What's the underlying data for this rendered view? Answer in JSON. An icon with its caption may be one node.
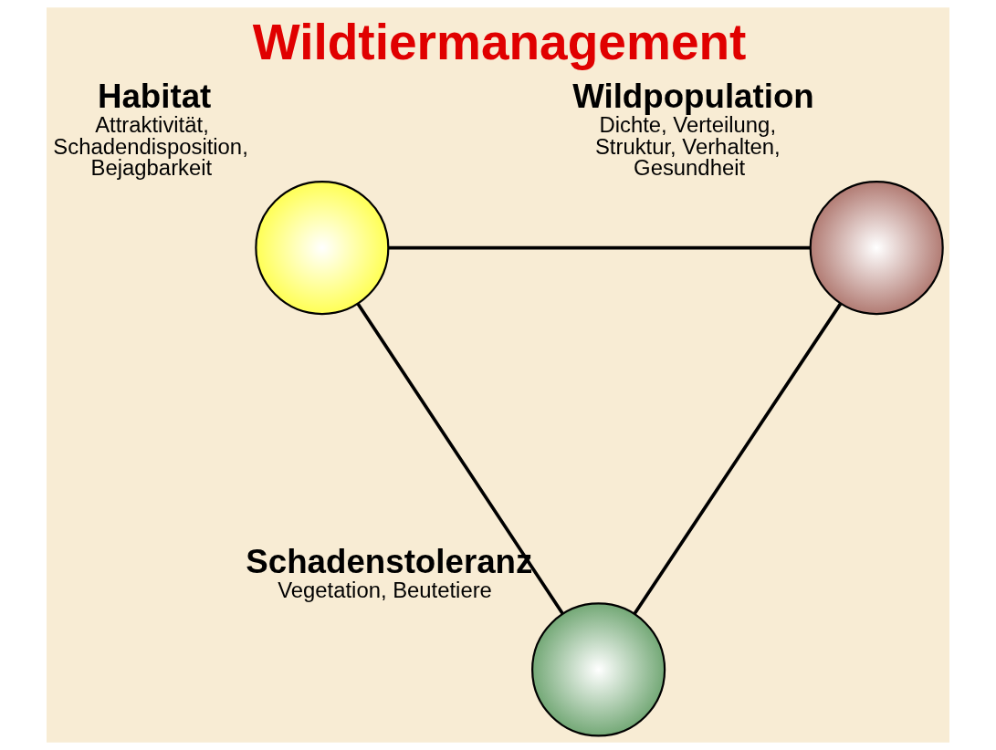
{
  "diagram": {
    "title": "Wildtiermanagement",
    "nodes": [
      {
        "text": [
          "Habitat",
          "Attraktivität, Schadendisposition, Bejagbarkeit"
        ]
      },
      {
        "text": [
          "Wildpopulation",
          "Dichte, Verteilung, Struktur, Verhalten, Gesundheit"
        ]
      },
      {
        "text": [
          "Schadenstoleranz",
          "Vegetation, Beutetiere"
        ]
      }
    ],
    "edges": [
      {
        "from": 0,
        "to": 1,
        "arrow": "none"
      },
      {
        "from": 0,
        "to": 2,
        "arrow": "none"
      },
      {
        "from": 1,
        "to": 2,
        "arrow": "none"
      }
    ]
  }
}
